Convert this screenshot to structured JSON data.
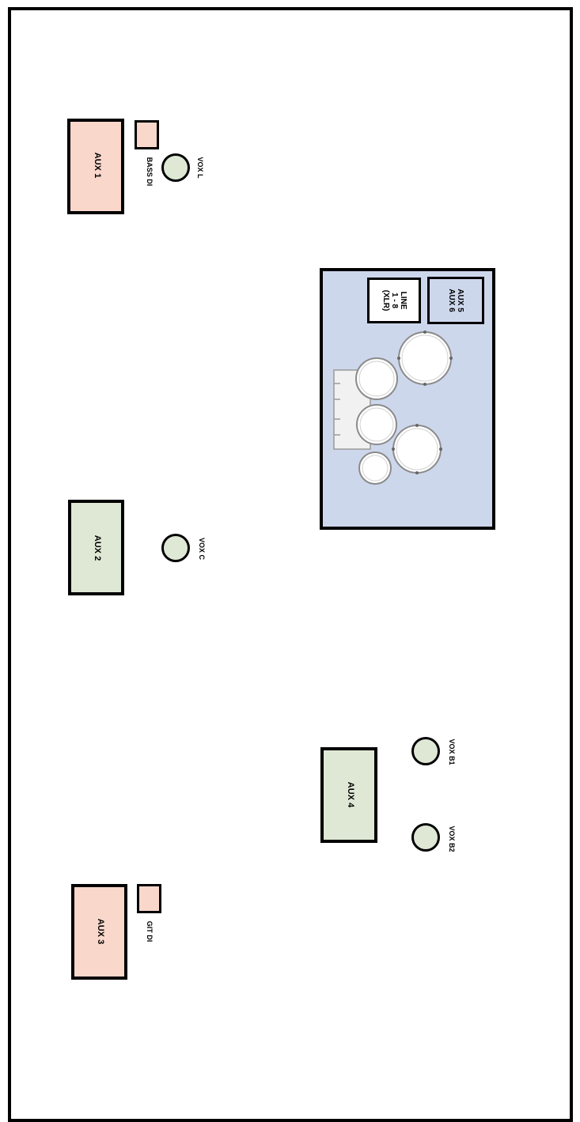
{
  "wedges": {
    "aux1": "AUX 1",
    "aux2": "AUX 2",
    "aux3": "AUX 3",
    "aux4": "AUX 4"
  },
  "di_boxes": {
    "bass": "BASS DI",
    "git": "GIT DI"
  },
  "vocal_mics": {
    "vox_l": "VOX L",
    "vox_c": "VOX C",
    "vox_b1": "VOX B1",
    "vox_b2": "VOX B2"
  },
  "drum_riser": {
    "line_label": [
      "LINE",
      "1 - 8",
      "(XLR)"
    ],
    "aux_label": [
      "AUX 5",
      "AUX 6"
    ]
  },
  "colors": {
    "wedge_pink": "#f9d7cb",
    "wedge_green": "#dfe8d5",
    "mic_fill": "#dfe8d5",
    "riser_fill": "#cdd7ec",
    "drum_fill": "#ffffff"
  }
}
